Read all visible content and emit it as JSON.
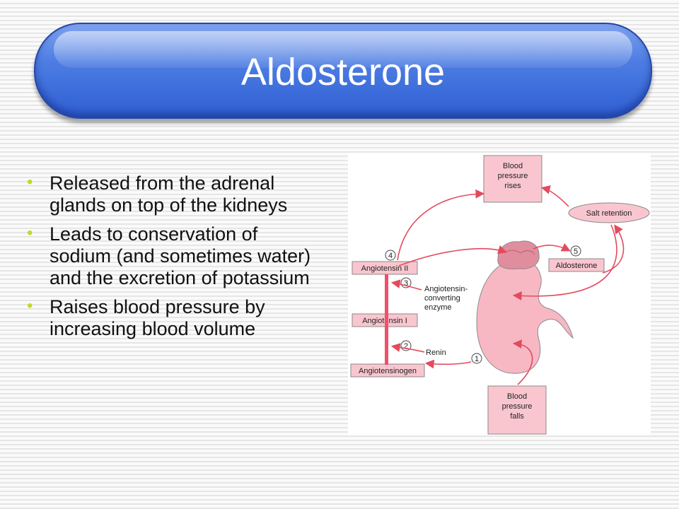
{
  "slide": {
    "title": "Aldosterone",
    "bullets": [
      "Released from the adrenal glands on top of the kidneys",
      "Leads to conservation of sodium (and sometimes water) and the excretion of potassium",
      "Raises blood pressure by increasing blood volume"
    ]
  },
  "diagram": {
    "bp_rises": [
      "Blood",
      "pressure",
      "rises"
    ],
    "bp_falls": [
      "Blood",
      "pressure",
      "falls"
    ],
    "salt_retention": "Salt retention",
    "angiotensin_ii": "Angiotensin II",
    "angiotensin_i": "Angiotensin I",
    "angiotensinogen": "Angiotensinogen",
    "aldosterone": "Aldosterone",
    "ace": [
      "Angiotensin-",
      "converting",
      "enzyme"
    ],
    "renin": "Renin",
    "steps": [
      "1",
      "2",
      "3",
      "4",
      "5"
    ]
  },
  "colors": {
    "title_bar": "#3a6bd9",
    "bullet_marker": "#c6d62a",
    "kidney": "#f7b8c4",
    "arrow": "#e34a5e"
  }
}
